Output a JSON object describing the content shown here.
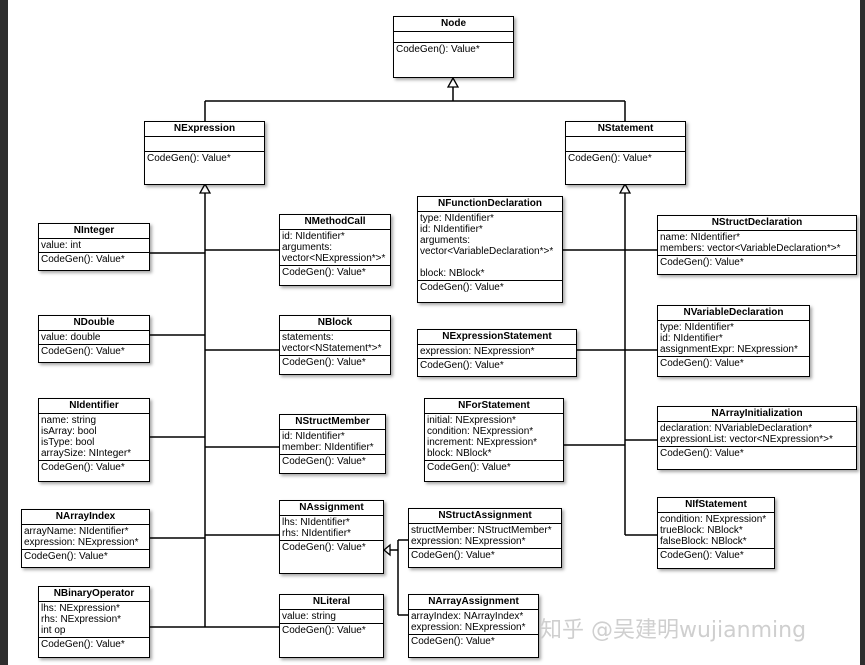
{
  "colors": {
    "line": "#000000",
    "box_fill": "#ffffff",
    "frame": "#2e2e2e",
    "watermark": "#cfcfcf"
  },
  "watermark": "知乎 @吴建明wujianming",
  "classes": {
    "node": {
      "name": "Node",
      "attrs": [],
      "ops": [
        "CodeGen(): Value*"
      ]
    },
    "nexpression": {
      "name": "NExpression",
      "attrs": [],
      "ops": [
        "CodeGen(): Value*"
      ]
    },
    "nstatement": {
      "name": "NStatement",
      "attrs": [],
      "ops": [
        "CodeGen(): Value*"
      ]
    },
    "ninteger": {
      "name": "NInteger",
      "attrs": [
        "value: int"
      ],
      "ops": [
        "CodeGen(): Value*"
      ]
    },
    "ndouble": {
      "name": "NDouble",
      "attrs": [
        "value: double"
      ],
      "ops": [
        "CodeGen(): Value*"
      ]
    },
    "nidentifier": {
      "name": "NIdentifier",
      "attrs": [
        "name: string",
        "isArray: bool",
        "isType: bool",
        "arraySize: NInteger*"
      ],
      "ops": [
        "CodeGen(): Value*"
      ]
    },
    "narrayindex": {
      "name": "NArrayIndex",
      "attrs": [
        "arrayName: NIdentifier*",
        "expression: NExpression*"
      ],
      "ops": [
        "CodeGen(): Value*"
      ]
    },
    "nbinaryoperator": {
      "name": "NBinaryOperator",
      "attrs": [
        "lhs: NExpression*",
        "rhs: NExpression*",
        "int op"
      ],
      "ops": [
        "CodeGen(): Value*"
      ]
    },
    "nmethodcall": {
      "name": "NMethodCall",
      "attrs": [
        "id: NIdentifier*",
        "arguments:",
        "vector<NExpression*>*"
      ],
      "ops": [
        "CodeGen(): Value*"
      ]
    },
    "nblock": {
      "name": "NBlock",
      "attrs": [
        "statements:",
        "vector<NStatement*>*"
      ],
      "ops": [
        "CodeGen(): Value*"
      ]
    },
    "nstructmember": {
      "name": "NStructMember",
      "attrs": [
        "id: NIdentifier*",
        "member: NIdentifier*"
      ],
      "ops": [
        "CodeGen(): Value*"
      ]
    },
    "nassignment": {
      "name": "NAssignment",
      "attrs": [
        "lhs: NIdentifier*",
        "rhs: NIdentifier*"
      ],
      "ops": [
        "CodeGen(): Value*"
      ]
    },
    "nliteral": {
      "name": "NLiteral",
      "attrs": [
        "value: string"
      ],
      "ops": [
        "CodeGen(): Value*"
      ]
    },
    "nfunctiondeclaration": {
      "name": "NFunctionDeclaration",
      "attrs": [
        "type: NIdentifier*",
        "id: NIdentifier*",
        "arguments:",
        "vector<VariableDeclaration*>*",
        "",
        "block: NBlock*"
      ],
      "ops": [
        "CodeGen(): Value*"
      ]
    },
    "nexpressionstatement": {
      "name": "NExpressionStatement",
      "attrs": [
        "expression: NExpression*"
      ],
      "ops": [
        "CodeGen(): Value*"
      ]
    },
    "nforstatement": {
      "name": "NForStatement",
      "attrs": [
        "initial: NExpression*",
        "condition: NExpression*",
        "increment: NExpression*",
        "block: NBlock*"
      ],
      "ops": [
        "CodeGen(): Value*"
      ]
    },
    "nstructassignment": {
      "name": "NStructAssignment",
      "attrs": [
        "structMember: NStructMember*",
        "expression: NExpression*"
      ],
      "ops": [
        "CodeGen(): Value*"
      ]
    },
    "narrayassignment": {
      "name": "NArrayAssignment",
      "attrs": [
        "arrayIndex: NArrayIndex*",
        "expression: NExpression*"
      ],
      "ops": [
        "CodeGen(): Value*"
      ]
    },
    "nstructdeclaration": {
      "name": "NStructDeclaration",
      "attrs": [
        "name: NIdentifier*",
        "members: vector<VariableDeclaration*>*"
      ],
      "ops": [
        "CodeGen(): Value*"
      ]
    },
    "nvariabledeclaration": {
      "name": "NVariableDeclaration",
      "attrs": [
        "type: NIdentifier*",
        "id: NIdentifier*",
        "assignmentExpr: NExpression*"
      ],
      "ops": [
        "CodeGen(): Value*"
      ]
    },
    "narrayinitialization": {
      "name": "NArrayInitialization",
      "attrs": [
        "declaration: NVariableDeclaration*",
        "expressionList: vector<NExpression*>*"
      ],
      "ops": [
        "CodeGen(): Value*"
      ]
    },
    "nifstatement": {
      "name": "NIfStatement",
      "attrs": [
        "condition: NExpression*",
        "trueBlock: NBlock*",
        "falseBlock: NBlock*"
      ],
      "ops": [
        "CodeGen(): Value*"
      ]
    }
  }
}
